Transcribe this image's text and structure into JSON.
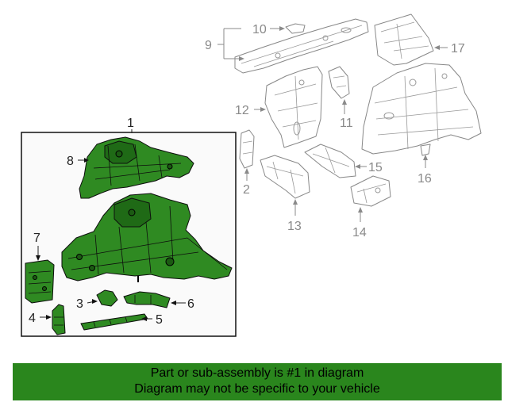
{
  "callouts": {
    "c1": "1",
    "c2": "2",
    "c3": "3",
    "c4": "4",
    "c5": "5",
    "c6": "6",
    "c7": "7",
    "c8": "8",
    "c9": "9",
    "c10": "10",
    "c11": "11",
    "c12": "12",
    "c13": "13",
    "c14": "14",
    "c15": "15",
    "c16": "16",
    "c17": "17"
  },
  "highlight_color": "#2f8a22",
  "banner": {
    "line1": "Part or sub-assembly is #1 in diagram",
    "line2": "Diagram may not be specific to your vehicle",
    "color": "#2a861d"
  }
}
